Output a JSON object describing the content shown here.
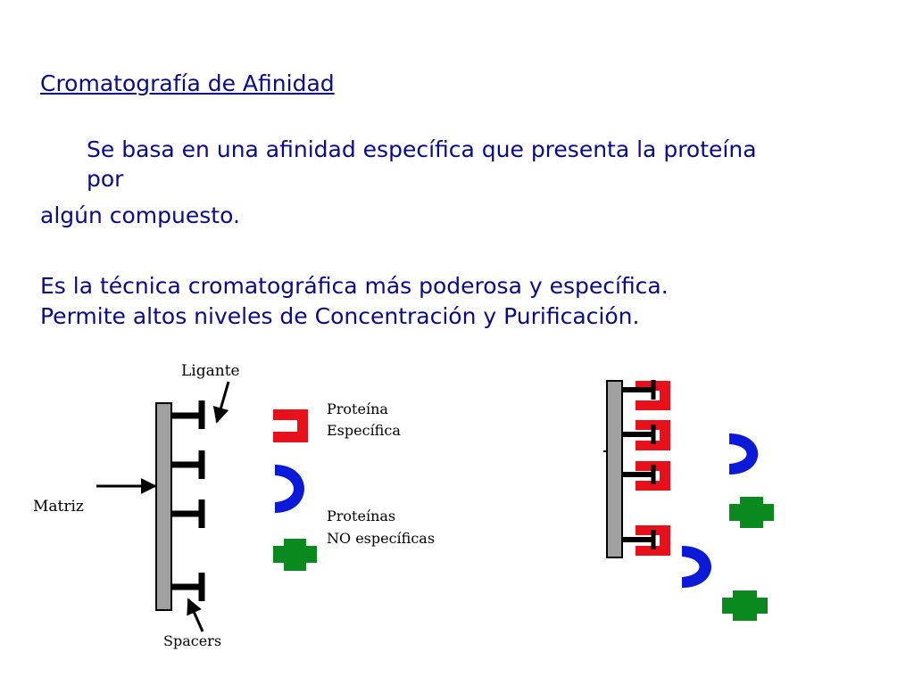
{
  "title": "Cromatografía de Afinidad",
  "paragraph1": {
    "line1": "Se basa en una afinidad específica que presenta la proteína",
    "line2": "por",
    "line3": "algún compuesto."
  },
  "paragraph2": {
    "line1": "Es la técnica cromatográfica más poderosa y específica.",
    "line2": "Permite altos niveles de Concentración y Purificación."
  },
  "diagram": {
    "labels": {
      "ligante": "Ligante",
      "matriz": "Matriz",
      "spacers": "Spacers",
      "proteina_especifica_1": "Proteína",
      "proteina_especifica_2": "Específica",
      "proteinas_no_especificas_1": "Proteínas",
      "proteinas_no_especificas_2": "NO específicas"
    },
    "colors": {
      "specific_protein": "#e8101a",
      "nonspecific_blue": "#0a1ad8",
      "nonspecific_green": "#0a8a1e",
      "matrix": "#a0a0a0",
      "ligand": "#000000"
    }
  }
}
